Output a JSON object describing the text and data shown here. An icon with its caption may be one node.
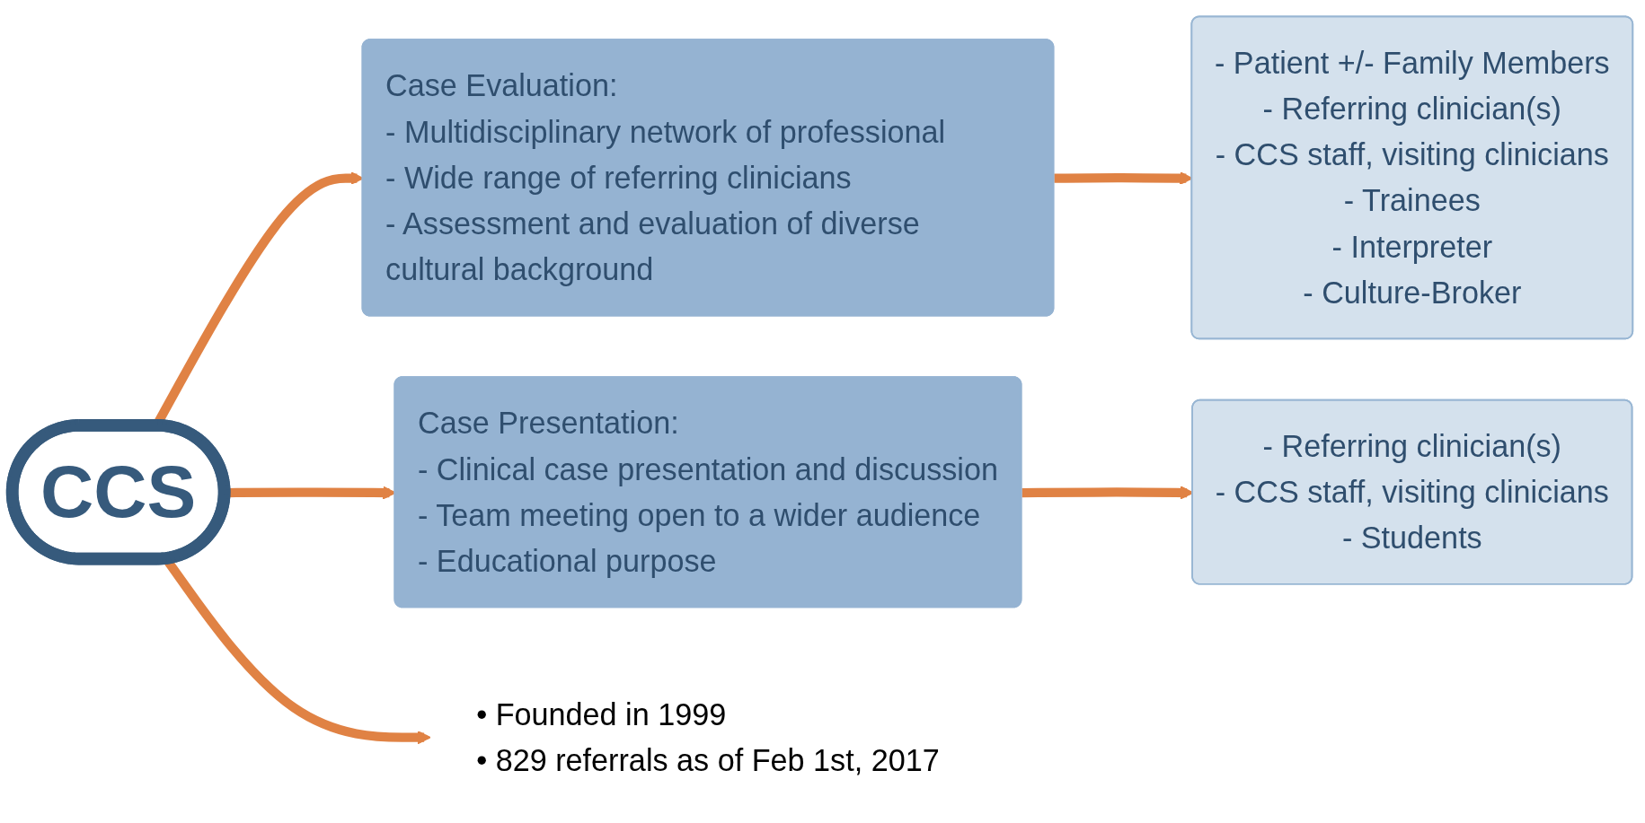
{
  "diagram": {
    "nodes": [
      {
        "text": [
          "CCS"
        ]
      },
      {
        "text": [
          "Case Evaluation:",
          "- Multidisciplinary network of professional",
          "- Wide range of referring clinicians",
          "- Assessment and evaluation of diverse cultural background"
        ]
      },
      {
        "text": [
          "- Patient +/- Family Members",
          "- Referring clinician(s)",
          "- CCS staff, visiting clinicians",
          "- Trainees",
          "- Interpreter",
          "- Culture-Broker"
        ]
      },
      {
        "text": [
          "Case Presentation:",
          "- Clinical case presentation and discussion",
          "- Team meeting open to a wider audience",
          "- Educational purpose"
        ]
      },
      {
        "text": [
          "- Referring clinician(s)",
          "- CCS staff, visiting clinicians",
          "- Students"
        ]
      },
      {
        "text": [
          "• Founded in 1999",
          "• 829 referrals as of Feb 1st, 2017"
        ]
      }
    ],
    "edges": [
      {
        "from": 0,
        "to": 1,
        "arrow": "to"
      },
      {
        "from": 0,
        "to": 3,
        "arrow": "to"
      },
      {
        "from": 0,
        "to": 5,
        "arrow": "to"
      },
      {
        "from": 1,
        "to": 2,
        "arrow": "to"
      },
      {
        "from": 3,
        "to": 4,
        "arrow": "to"
      }
    ]
  }
}
